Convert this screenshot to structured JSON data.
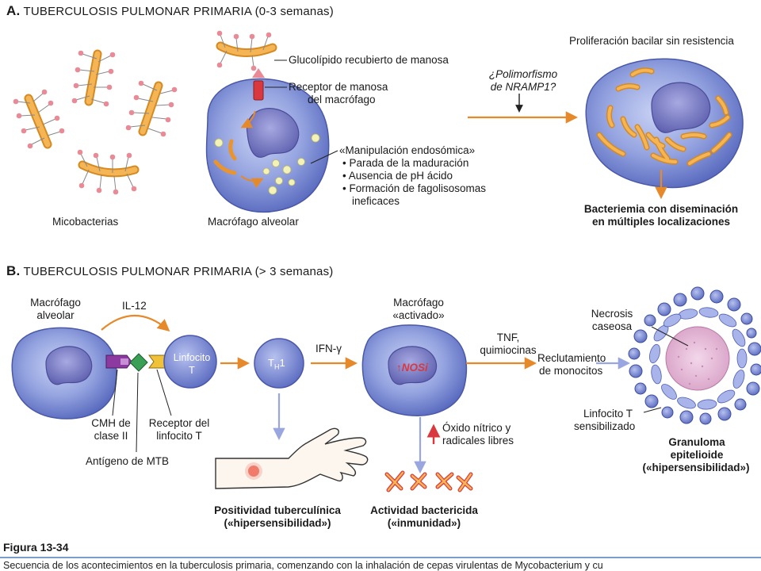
{
  "section_a": {
    "letter": "A.",
    "title": "TUBERCULOSIS PULMONAR PRIMARIA (0-3 semanas)",
    "glycolipid": "Glucolípido recubierto de manosa",
    "receptor_line1": "Receptor de manosa",
    "receptor_line2": "del macrófago",
    "nramp_line1": "¿Polimorfismo",
    "nramp_line2": "de NRAMP1?",
    "proliferation": "Proliferación bacilar sin resistencia",
    "endosomal": "«Manipulación endosómica»",
    "bullets": [
      "• Parada de la maduración",
      "• Ausencia de pH ácido",
      "• Formación de fagolisosomas"
    ],
    "bullet_cont": "ineficaces",
    "mycobacteria": "Micobacterias",
    "alveolar_macrophage": "Macrófago alveolar",
    "bacteremia_line1": "Bacteriemia con diseminación",
    "bacteremia_line2": "en múltiples localizaciones"
  },
  "section_b": {
    "letter": "B.",
    "title": "TUBERCULOSIS PULMONAR PRIMARIA (> 3 semanas)",
    "macrophage_line1": "Macrófago",
    "macrophage_line2": "alveolar",
    "il12": "IL-12",
    "lymph_line1": "Linfocito",
    "lymph_line2": "T",
    "th1_main": "T",
    "th1_sub": "H",
    "th1_suffix": "1",
    "ifn": "IFN-γ",
    "activated_line1": "Macrófago",
    "activated_line2": "«activado»",
    "nos_arrow": "↑",
    "nos": "NOSi",
    "tnf_line1": "TNF,",
    "tnf_line2": "quimiocinas",
    "recruit_line1": "Reclutamiento",
    "recruit_line2": "de monocitos",
    "necrosis_line1": "Necrosis",
    "necrosis_line2": "caseosa",
    "sens_line1": "Linfocito T",
    "sens_line2": "sensibilizado",
    "cmh_line1": "CMH de",
    "cmh_line2": "clase II",
    "tcr_line1": "Receptor del",
    "tcr_line2": "linfocito T",
    "antigen": "Antígeno de MTB",
    "nitric_line1": "Óxido nítrico y",
    "nitric_line2": "radicales libres",
    "granuloma_line1": "Granuloma",
    "granuloma_line2": "epitelioide",
    "granuloma_line3": "(«hipersensibilidad»)",
    "positivity_line1": "Positividad tuberculínica",
    "positivity_line2": "(«hipersensibilidad»)",
    "bactericidal_line1": "Actividad bactericida",
    "bactericidal_line2": "(«inmunidad»)"
  },
  "figure": {
    "number": "Figura 13-34",
    "caption": "Secuencia de los acontecimientos en la tuberculosis primaria, comenzando con la inhalación de cepas virulentas de Mycobacterium y cu"
  },
  "colors": {
    "cell_fill": "#8f9fdc",
    "cell_dark": "#5f6fc0",
    "nucleus": "#6a6cb5",
    "bacillus": "#f0a43c",
    "arrow": "#e6892a",
    "blue_arrow": "#9aa6e0",
    "receptor": "#d9393e",
    "caption_rule": "#7a9ccc"
  }
}
